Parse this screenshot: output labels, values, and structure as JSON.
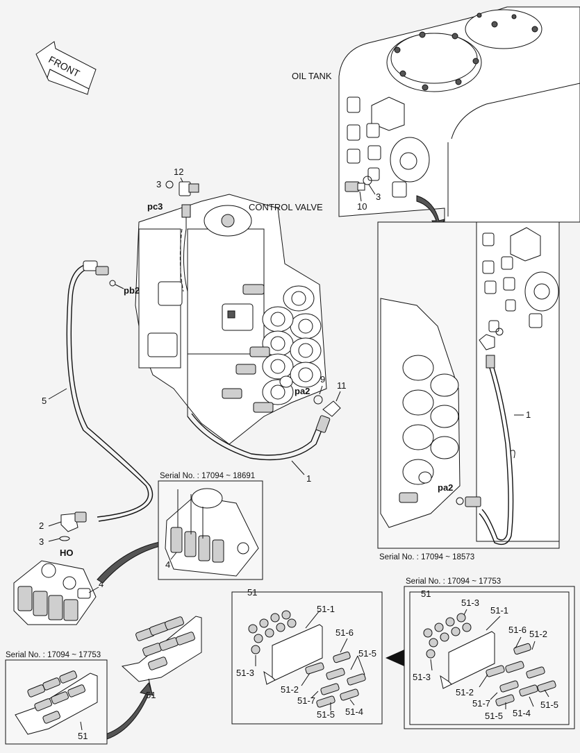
{
  "direction": "FRONT",
  "components": {
    "oil_tank": "OIL TANK",
    "control_valve": "CONTROL VALVE"
  },
  "ports": {
    "pc3": "pc3",
    "pb2": "pb2",
    "pa2_main": "pa2",
    "pa2_inset": "pa2",
    "ho": "HO"
  },
  "callouts": {
    "c12": "12",
    "c3_top": "3",
    "c10": "10",
    "c3_tank": "3",
    "c9": "9",
    "c11": "11",
    "c1_main": "1",
    "c5": "5",
    "c2": "2",
    "c3_bottom": "3",
    "c4_main": "4",
    "c4_inset": "4",
    "c1_inset": "1",
    "c51_mid": "51",
    "c51_left": "51",
    "c51_box_a": "51",
    "c51_box_b": "51"
  },
  "serials": {
    "inset_valve": "Serial No. : 17094 ~ 18691",
    "inset_tank": "Serial No. : 17094 ~ 18573",
    "inset_left": "Serial No. : 17094 ~ 17753",
    "box_b": "Serial No. : 17094 ~ 17753"
  },
  "box_a_labels": [
    "51-1",
    "51-6",
    "51-5",
    "51-3",
    "51-2",
    "51-7",
    "51-5",
    "51-4"
  ],
  "box_b_labels": [
    "51-3",
    "51-1",
    "51-6",
    "51-2",
    "51-3",
    "51-2",
    "51-7",
    "51-5",
    "51-4",
    "51-5"
  ]
}
